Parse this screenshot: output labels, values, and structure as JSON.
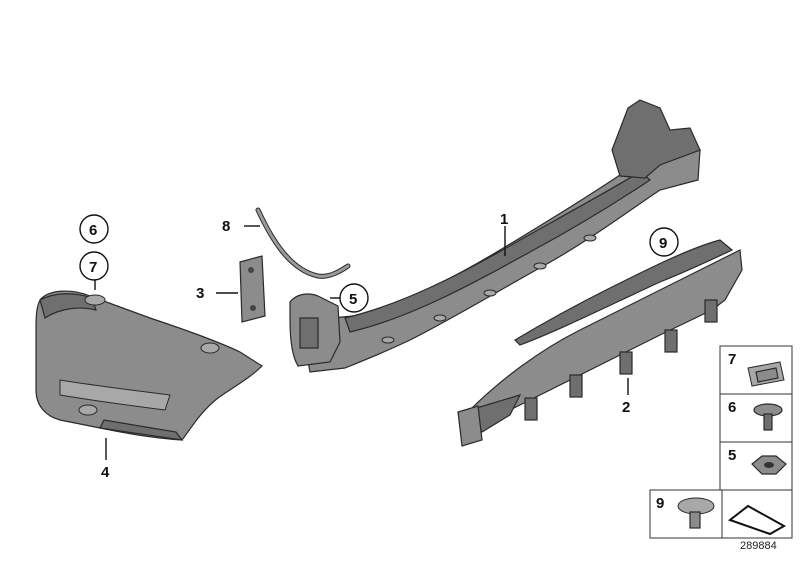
{
  "callouts": {
    "c1": "1",
    "c2": "2",
    "c3": "3",
    "c4": "4",
    "c5": "5",
    "c6": "6",
    "c7": "7",
    "c8": "8",
    "c9": "9"
  },
  "legend": {
    "item7": "7",
    "item6": "6",
    "item5": "5",
    "item9": "9"
  },
  "drawing_id": "289884",
  "colors": {
    "part_fill": "#8c8c8c",
    "part_dark": "#6f6f6f",
    "outline": "#2a2a2a"
  }
}
